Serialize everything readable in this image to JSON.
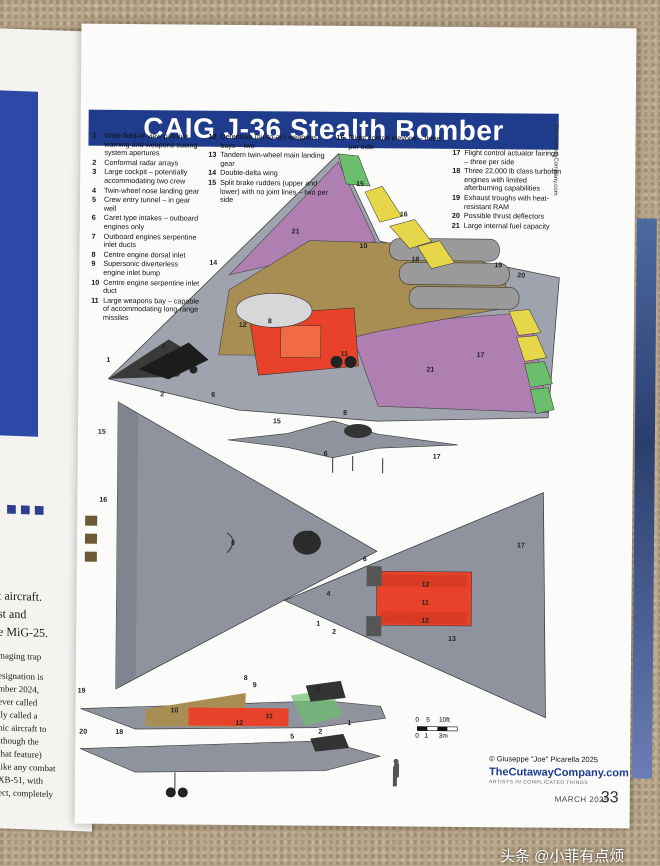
{
  "title": "CAIG J-36 Stealth Bomber",
  "side_site": "TheCutawayCompany.com",
  "legend": [
    {
      "n": "1",
      "t": "Wide-field-of-view passive warning and weapons cueing system apertures"
    },
    {
      "n": "2",
      "t": "Conformal radar arrays"
    },
    {
      "n": "3",
      "t": "Large cockpit – potentially accommodating two crew"
    },
    {
      "n": "4",
      "t": "Twin-wheel nose landing gear"
    },
    {
      "n": "5",
      "t": "Crew entry tunnel – in gear well"
    },
    {
      "n": "6",
      "t": "Caret type intakes – outboard engines only"
    },
    {
      "n": "7",
      "t": "Outboard engines serpentine inlet ducts"
    },
    {
      "n": "8",
      "t": "Centre engine dorsal inlet"
    },
    {
      "n": "9",
      "t": "Supersonic diverterless engine inlet bump"
    },
    {
      "n": "10",
      "t": "Centre engine serpentine inlet duct"
    },
    {
      "n": "11",
      "t": "Large weapons bay – capable of accommodating long-range missiles"
    },
    {
      "n": "12",
      "t": "Defensive (air-to-air) weapons bays – two"
    },
    {
      "n": "13",
      "t": "Tandem twin-wheel main landing gear"
    },
    {
      "n": "14",
      "t": "Double-delta wing"
    },
    {
      "n": "15",
      "t": "Split brake rudders (upper and lower) with no joint lines – two per side"
    },
    {
      "n": "16",
      "t": "Flight control elevons – three per side"
    },
    {
      "n": "17",
      "t": "Flight control actuator fairings – three per side"
    },
    {
      "n": "18",
      "t": "Three 22,000 lb class turbofan engines with limited afterburning capabilities"
    },
    {
      "n": "19",
      "t": "Exhaust troughs with heat-resistant RAM"
    },
    {
      "n": "20",
      "t": "Possible thrust deflectors"
    },
    {
      "n": "21",
      "t": "Large internal fuel capacity"
    }
  ],
  "scale": {
    "ticks": [
      "0",
      "5",
      "10ft"
    ],
    "ticks_m": [
      "0",
      "1",
      "3m"
    ]
  },
  "credit": "© Giuseppe \"Joe\" Picarella 2025",
  "website": "TheCutawayCompany.com",
  "tagline": "ARTISTS IN COMPLICATED THINGS",
  "date": "MARCH 2025",
  "page_number": "33",
  "watermark": "头条 @小菲有点烦",
  "left_page": {
    "lines": [
      "t aircraft.",
      "st and",
      "e MiG-25.",
      "maging trap",
      "esignation is",
      "mber 2024,",
      "ever called",
      "tly called a",
      "nic aircraft to",
      "lthough the",
      "that feature)",
      "like any combat",
      "XB-51, with",
      "ect, completely"
    ]
  },
  "colors": {
    "title_bar": "#1f3b8b",
    "airframe": "#8e939e",
    "fuel": "#b07fb2",
    "weapons": "#e8432a",
    "engine": "#a98e53",
    "elevon": "#e6d64a",
    "rudder": "#6bbf6c"
  }
}
